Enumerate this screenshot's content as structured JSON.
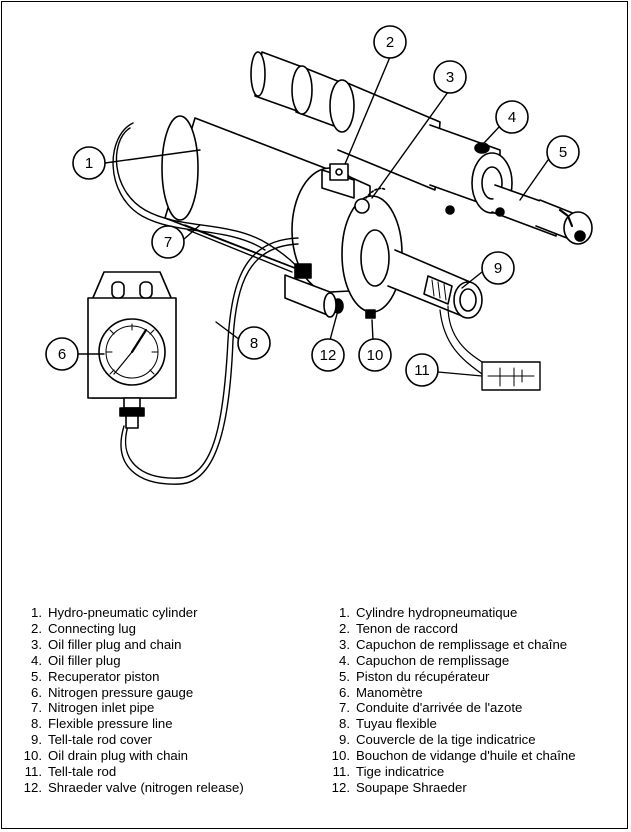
{
  "callouts": [
    {
      "num": "1"
    },
    {
      "num": "2"
    },
    {
      "num": "3"
    },
    {
      "num": "4"
    },
    {
      "num": "5"
    },
    {
      "num": "6"
    },
    {
      "num": "7"
    },
    {
      "num": "8"
    },
    {
      "num": "9"
    },
    {
      "num": "10"
    },
    {
      "num": "11"
    },
    {
      "num": "12"
    }
  ],
  "legend_en": [
    {
      "num": "1.",
      "text": "Hydro-pneumatic cylinder"
    },
    {
      "num": "2.",
      "text": "Connecting lug"
    },
    {
      "num": "3.",
      "text": "Oil filler plug and chain"
    },
    {
      "num": "4.",
      "text": "Oil filler plug"
    },
    {
      "num": "5.",
      "text": "Recuperator piston"
    },
    {
      "num": "6.",
      "text": "Nitrogen pressure gauge"
    },
    {
      "num": "7.",
      "text": "Nitrogen inlet pipe"
    },
    {
      "num": "8.",
      "text": "Flexible pressure line"
    },
    {
      "num": "9.",
      "text": "Tell-tale rod cover"
    },
    {
      "num": "10.",
      "text": "Oil drain plug with chain"
    },
    {
      "num": "11.",
      "text": "Tell-tale rod"
    },
    {
      "num": "12.",
      "text": "Shraeder valve (nitrogen release)"
    }
  ],
  "legend_fr": [
    {
      "num": "1.",
      "text": "Cylindre hydropneumatique"
    },
    {
      "num": "2.",
      "text": "Tenon de raccord"
    },
    {
      "num": "3.",
      "text": "Capuchon de remplissage et chaîne"
    },
    {
      "num": "4.",
      "text": "Capuchon de remplissage"
    },
    {
      "num": "5.",
      "text": "Piston du récupérateur"
    },
    {
      "num": "6.",
      "text": "Manomètre"
    },
    {
      "num": "7.",
      "text": "Conduite d'arrivée de l'azote"
    },
    {
      "num": "8.",
      "text": "Tuyau flexible"
    },
    {
      "num": "9.",
      "text": "Couvercle de la tige indicatrice"
    },
    {
      "num": "10.",
      "text": "Bouchon de vidange d'huile et chaîne"
    },
    {
      "num": "11.",
      "text": "Tige indicatrice"
    },
    {
      "num": "12.",
      "text": "Soupape Shraeder"
    }
  ]
}
